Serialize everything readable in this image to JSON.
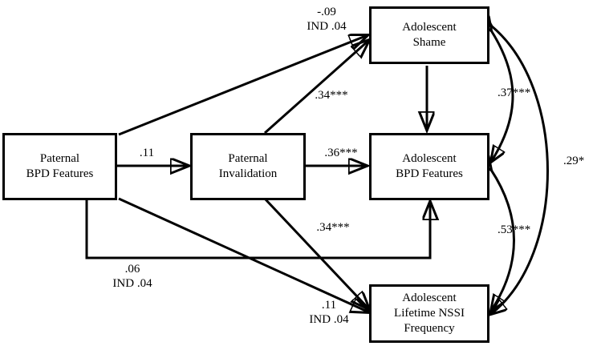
{
  "figure": {
    "type": "path-diagram",
    "title": "",
    "background_color": "#ffffff",
    "line_color": "#000000"
  },
  "nodes": [
    {
      "id": "paternal_bpd",
      "lines": [
        "Paternal",
        "BPD Features"
      ]
    },
    {
      "id": "paternal_inval",
      "lines": [
        "Paternal",
        "Invalidation"
      ]
    },
    {
      "id": "adol_shame",
      "lines": [
        "Adolescent",
        "Shame"
      ]
    },
    {
      "id": "adol_bpd",
      "lines": [
        "Adolescent",
        "BPD Features"
      ]
    },
    {
      "id": "adol_nssi",
      "lines": [
        "Adolescent",
        "Lifetime NSSI",
        "Frequency"
      ]
    }
  ],
  "edge_labels": [
    {
      "id": "pbpd_to_shame",
      "lines": [
        "-.09",
        "IND .04"
      ]
    },
    {
      "id": "pbpd_to_inval",
      "lines": [
        ".11"
      ]
    },
    {
      "id": "inval_to_shame",
      "lines": [
        ".34***"
      ]
    },
    {
      "id": "inval_to_abpd",
      "lines": [
        ".36***"
      ]
    },
    {
      "id": "shame_to_abpd",
      "lines": [
        ".34***"
      ]
    },
    {
      "id": "pbpd_to_abpd",
      "lines": [
        ".06",
        "IND .04"
      ]
    },
    {
      "id": "pbpd_to_nssi",
      "lines": [
        ".11",
        "IND .04"
      ]
    },
    {
      "id": "corr_shame_abpd",
      "lines": [
        ".37***"
      ]
    },
    {
      "id": "corr_shame_nssi",
      "lines": [
        ".29*"
      ]
    },
    {
      "id": "corr_abpd_nssi",
      "lines": [
        ".53***"
      ]
    }
  ],
  "chart_data": {
    "type": "diagram",
    "title": "",
    "nodes": [
      "Paternal BPD Features",
      "Paternal Invalidation",
      "Adolescent Shame",
      "Adolescent BPD Features",
      "Adolescent Lifetime NSSI Frequency"
    ],
    "directed_paths": [
      {
        "from": "Paternal BPD Features",
        "to": "Adolescent Shame",
        "coefficient": "-.09",
        "indirect": "IND .04"
      },
      {
        "from": "Paternal BPD Features",
        "to": "Paternal Invalidation",
        "coefficient": ".11",
        "indirect": null
      },
      {
        "from": "Paternal Invalidation",
        "to": "Adolescent Shame",
        "coefficient": ".34***",
        "indirect": null
      },
      {
        "from": "Paternal Invalidation",
        "to": "Adolescent BPD Features",
        "coefficient": ".36***",
        "indirect": null
      },
      {
        "from": "Paternal Invalidation",
        "to": "Adolescent Lifetime NSSI Frequency",
        "coefficient": null,
        "indirect": null
      },
      {
        "from": "Adolescent Shame",
        "to": "Adolescent BPD Features",
        "coefficient": ".34***",
        "indirect": null
      },
      {
        "from": "Paternal BPD Features",
        "to": "Adolescent BPD Features",
        "coefficient": ".06",
        "indirect": "IND .04"
      },
      {
        "from": "Paternal BPD Features",
        "to": "Adolescent Lifetime NSSI Frequency",
        "coefficient": ".11",
        "indirect": "IND .04"
      }
    ],
    "correlations": [
      {
        "between": [
          "Adolescent Shame",
          "Adolescent BPD Features"
        ],
        "coefficient": ".37***"
      },
      {
        "between": [
          "Adolescent Shame",
          "Adolescent Lifetime NSSI Frequency"
        ],
        "coefficient": ".29*"
      },
      {
        "between": [
          "Adolescent BPD Features",
          "Adolescent Lifetime NSSI Frequency"
        ],
        "coefficient": ".53***"
      }
    ]
  }
}
